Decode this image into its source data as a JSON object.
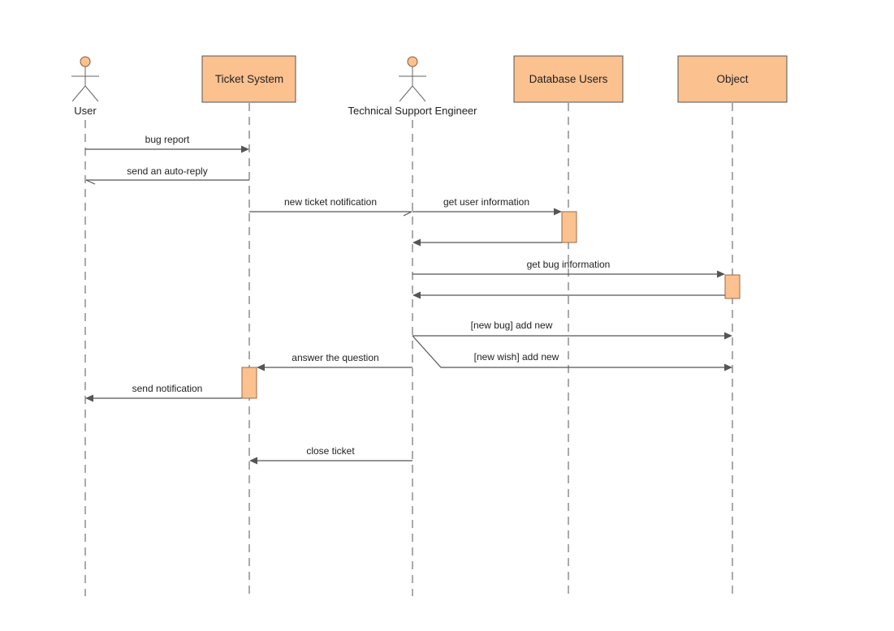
{
  "diagram": {
    "participants": [
      {
        "id": "user",
        "kind": "actor",
        "label": "User"
      },
      {
        "id": "ticket",
        "kind": "box",
        "label": "Ticket System"
      },
      {
        "id": "engineer",
        "kind": "actor",
        "label": "Technical Support Engineer"
      },
      {
        "id": "db",
        "kind": "box",
        "label": "Database Users"
      },
      {
        "id": "object",
        "kind": "box",
        "label": "Object"
      }
    ],
    "messages": [
      {
        "label": "bug report",
        "from": "User",
        "to": "Ticket System"
      },
      {
        "label": "send an auto-reply",
        "from": "Ticket System",
        "to": "User"
      },
      {
        "label": "new ticket notification",
        "from": "Ticket System",
        "to": "Technical Support Engineer"
      },
      {
        "label": "get user information",
        "from": "Technical Support Engineer",
        "to": "Database Users"
      },
      {
        "label": "",
        "from": "Database Users",
        "to": "Technical Support Engineer"
      },
      {
        "label": "get bug information",
        "from": "Technical Support Engineer",
        "to": "Object"
      },
      {
        "label": "",
        "from": "Object",
        "to": "Technical Support Engineer"
      },
      {
        "label": "[new bug] add new",
        "from": "Technical Support Engineer",
        "to": "Object"
      },
      {
        "label": "[new wish] add new",
        "from": "Technical Support Engineer",
        "to": "Object"
      },
      {
        "label": "answer the question",
        "from": "Technical Support Engineer",
        "to": "Ticket System"
      },
      {
        "label": "send notification",
        "from": "Ticket System",
        "to": "User"
      },
      {
        "label": "close ticket",
        "from": "Technical Support Engineer",
        "to": "Ticket System"
      }
    ],
    "colors": {
      "fill": "#fbc18f",
      "line": "#555555"
    }
  }
}
